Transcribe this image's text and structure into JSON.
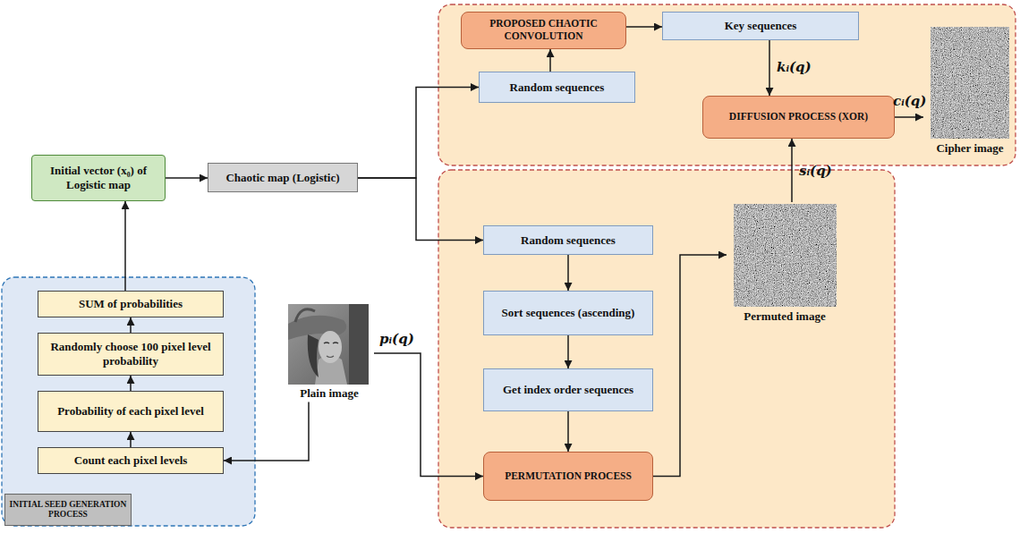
{
  "diagram": {
    "nodes": [
      {
        "text": [
          "PROPOSED CHAOTIC CONVOLUTION"
        ]
      },
      {
        "text": [
          "Key sequences"
        ]
      },
      {
        "text": [
          "Random sequences"
        ]
      },
      {
        "text": [
          "DIFFUSION PROCESS (XOR)"
        ]
      },
      {
        "text": [
          "Cipher image"
        ]
      },
      {
        "text": [
          "Initial vector (x₀) of Logistic map"
        ]
      },
      {
        "text": [
          "Chaotic map (Logistic)"
        ]
      },
      {
        "text": [
          "Random sequences"
        ]
      },
      {
        "text": [
          "Permuted image"
        ]
      },
      {
        "text": [
          "INITIAL SEED GENERATION PROCESS"
        ]
      },
      {
        "text": [
          "SUM of probabilities"
        ],
        "in": 9
      },
      {
        "text": [
          "Randomly choose 100 pixel level probability"
        ],
        "in": 9
      },
      {
        "text": [
          "Probability of each pixel level"
        ],
        "in": 9
      },
      {
        "text": [
          "Count each pixel levels"
        ],
        "in": 9
      },
      {
        "text": [
          "Sort sequences (ascending)"
        ]
      },
      {
        "text": [
          "Plain image"
        ]
      },
      {
        "text": [
          "Get index order sequences"
        ]
      },
      {
        "text": [
          "PERMUTATION PROCESS"
        ]
      }
    ],
    "edges": [
      {
        "from": 13,
        "to": 12,
        "arrow": "to"
      },
      {
        "from": 12,
        "to": 11,
        "arrow": "to"
      },
      {
        "from": 11,
        "to": 10,
        "arrow": "to"
      },
      {
        "from": 10,
        "to": 5,
        "arrow": "to"
      },
      {
        "from": 5,
        "to": 6,
        "arrow": "to"
      },
      {
        "from": 6,
        "to": 2,
        "arrow": "to"
      },
      {
        "from": 6,
        "to": 7,
        "arrow": "to"
      },
      {
        "from": 2,
        "to": 0,
        "arrow": "to"
      },
      {
        "from": 0,
        "to": 1,
        "arrow": "to"
      },
      {
        "from": 1,
        "to": 3,
        "label": "kᵢ(q)",
        "arrow": "to"
      },
      {
        "from": 3,
        "to": 4,
        "label": "cᵢ(q)",
        "arrow": "to"
      },
      {
        "from": 7,
        "to": 14,
        "arrow": "to"
      },
      {
        "from": 14,
        "to": 16,
        "arrow": "to"
      },
      {
        "from": 16,
        "to": 17,
        "arrow": "to"
      },
      {
        "from": 15,
        "to": 13,
        "arrow": "to"
      },
      {
        "from": 15,
        "to": 17,
        "label": "pᵢ(q)",
        "arrow": "to"
      },
      {
        "from": 17,
        "to": 8,
        "arrow": "to"
      },
      {
        "from": 8,
        "to": 3,
        "label": "sᵢ(q)",
        "arrow": "to"
      }
    ]
  }
}
